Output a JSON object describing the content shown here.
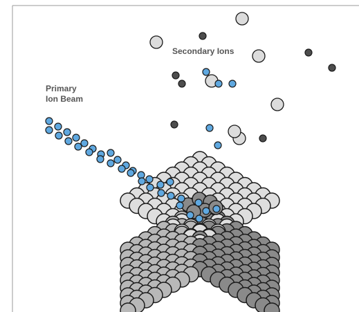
{
  "labels": {
    "secondary_ions": "Secondary Ions",
    "primary_line1": "Primary",
    "primary_line2": "Ion Beam"
  },
  "colors": {
    "background": "#ffffff",
    "border": "#9a9a9a",
    "primary_ion": "#5fa8e0",
    "secondary_ion_light": "#dcdcdc",
    "secondary_ion_dark": "#4d4d4d",
    "atom_outline": "#1a1a1a",
    "cube_top": "#dedede",
    "cube_left": "#b8b8b8",
    "cube_right": "#8a8a8a",
    "label_text": "#555555"
  },
  "icons": {
    "primary_ion": "blue-sphere",
    "secondary_ion_light": "gray-sphere",
    "secondary_ion_dark": "dark-sphere",
    "atom": "gray-sphere"
  }
}
